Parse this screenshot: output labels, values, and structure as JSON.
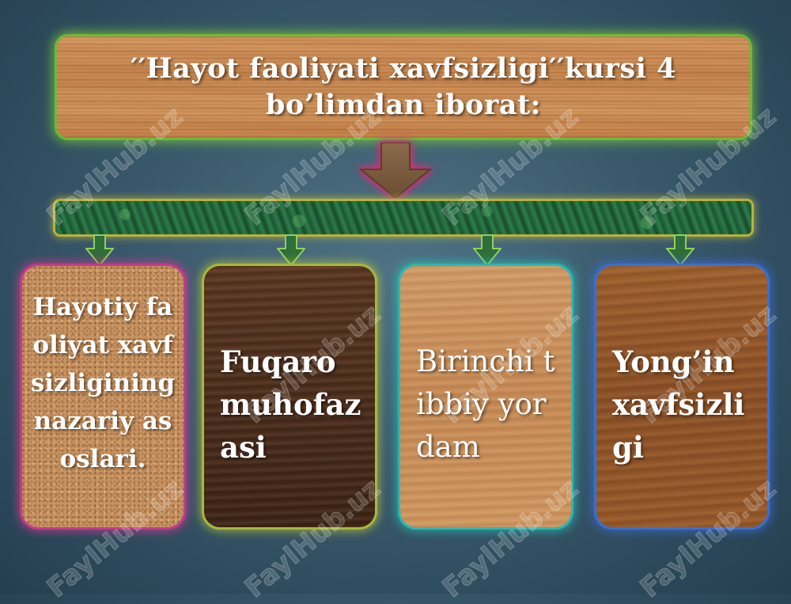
{
  "title": "′′Hayot faoliyati xavfsizligi′′kursi 4 bo’limdan iborat:",
  "sections": [
    {
      "label": "Hayotiy faoliyat xavfsizligining nazariy asoslari."
    },
    {
      "label": "Fuqaro muhofazasi"
    },
    {
      "label": "Birinchi tibbiy yordam"
    },
    {
      "label": "Yong’in xavfsizligi"
    }
  ],
  "watermark": "FaylHub.uz",
  "colors": {
    "title_glow": "#6fb83c",
    "big_arrow_glow": "#dc2878",
    "bar_glow": "#b7b23a",
    "card_1_glow": "#c23a8c",
    "card_2_glow": "#a8b83a",
    "card_3_glow": "#2ab8b0",
    "card_4_glow": "#3a6fd0"
  }
}
